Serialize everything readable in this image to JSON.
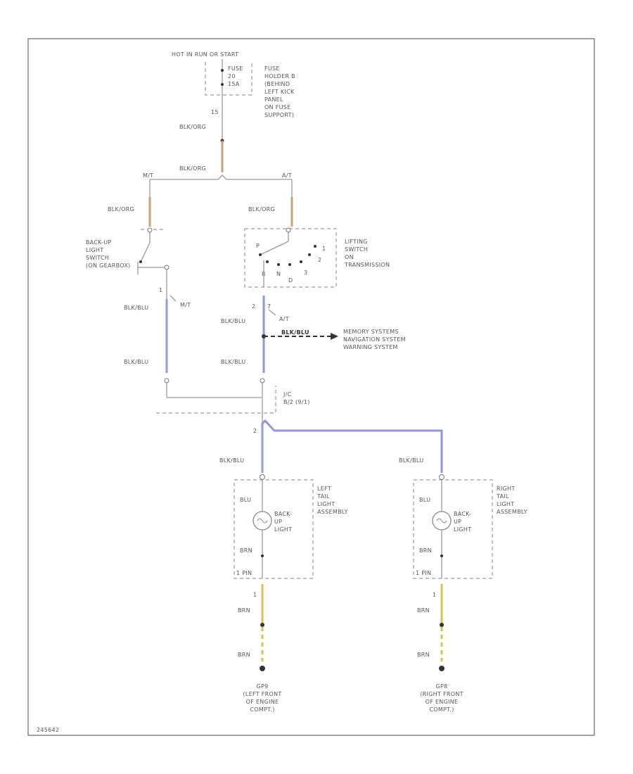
{
  "colors": {
    "bla_org": "#c9a27e",
    "bla_blu": "#9595dc",
    "brn": "#d9c25a",
    "frame": "#666666",
    "wire": "#9a9a9a"
  },
  "labels": {
    "hot_in": "HOT IN RUN OR START",
    "fuse": [
      "FUSE",
      "20",
      "15A"
    ],
    "fuse_holder": [
      "FUSE",
      "HOLDER B",
      "(BEHIND",
      "LEFT KICK",
      "PANEL",
      "ON FUSE",
      "SUPPORT)"
    ],
    "pin_15": "15",
    "wire_top_1": "BLK/ORG",
    "wire_top_2": "BLK/ORG",
    "mt": "M/T",
    "at": "A/T",
    "wire_left_org": "BLK/ORG",
    "wire_right_org": "BLK/ORG",
    "backup_switch": [
      "BACK-UP",
      "LIGHT",
      "SWITCH",
      "(ON GEARBOX)"
    ],
    "lifting_switch": [
      "LIFTING",
      "SWITCH",
      "ON",
      "TRANSMISSION"
    ],
    "lift_letters": [
      "P",
      "R",
      "N",
      "D",
      "3",
      "2",
      "1"
    ],
    "pin_left_1": "1",
    "mt_small": "M/T",
    "wire_left_blu1": "BLK/BLU",
    "wire_left_blu2": "BLK/BLU",
    "pin_mid_2": "2",
    "pin_mid_7": "7",
    "at_small": "A/T",
    "wire_mid_blu1": "BLK/BLU",
    "wire_mid_blu2": "BLK/BLU",
    "branch_wire": "BLK/BLU",
    "branch_dest": [
      "MEMORY SYSTEMS",
      "NAVIGATION SYSTEM",
      "WARNING SYSTEM"
    ],
    "jc": [
      "J/C",
      "B/2 (9/1)"
    ],
    "pin_jc": "2",
    "wire_lamp_left": "BLK/BLU",
    "wire_lamp_right": "BLK/BLU",
    "left_tail": [
      "LEFT",
      "TAIL",
      "LIGHT",
      "ASSEMBLY"
    ],
    "right_tail": [
      "RIGHT",
      "TAIL",
      "LIGHT",
      "ASSEMBLY"
    ],
    "backup_light_left": [
      "BACK-",
      "UP",
      "LIGHT"
    ],
    "backup_light_right": [
      "BACK-",
      "UP",
      "LIGHT"
    ],
    "blu_left": "BLU",
    "blu_right": "BLU",
    "brn_left_a": "BRN",
    "brn_right_a": "BRN",
    "pin_ground_left": "1 PIN",
    "pin_ground_right": "1 PIN",
    "pin_1_left": "1",
    "pin_1_right": "1",
    "brn_left_b": "BRN",
    "brn_right_b": "BRN",
    "brn_left_c": "BRN",
    "brn_right_c": "BRN",
    "ground_left": [
      "GP9",
      "(LEFT FRONT",
      "OF ENGINE",
      "COMPT.)"
    ],
    "ground_right": [
      "GP8",
      "(RIGHT FRONT",
      "OF ENGINE",
      "COMPT.)"
    ],
    "figure_id": "245642"
  }
}
